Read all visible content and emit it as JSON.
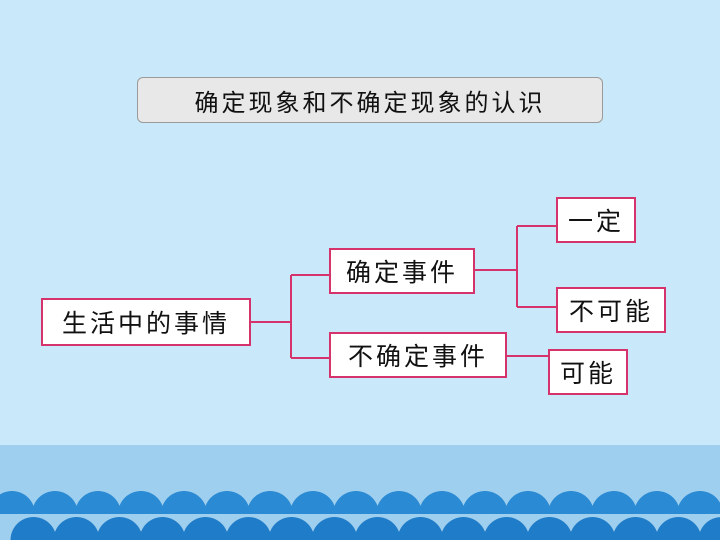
{
  "title": "确定现象和不确定现象的认识",
  "tree": {
    "root": "生活中的事情",
    "branches": [
      {
        "label": "确定事件",
        "leaves": [
          "一定",
          "不可能"
        ]
      },
      {
        "label": "不确定事件",
        "leaves": [
          "可能"
        ]
      }
    ]
  },
  "colors": {
    "background": "#c9e9fb",
    "node_border": "#d6336c",
    "connector": "#d6336c",
    "wave": "#2a8ad4"
  }
}
